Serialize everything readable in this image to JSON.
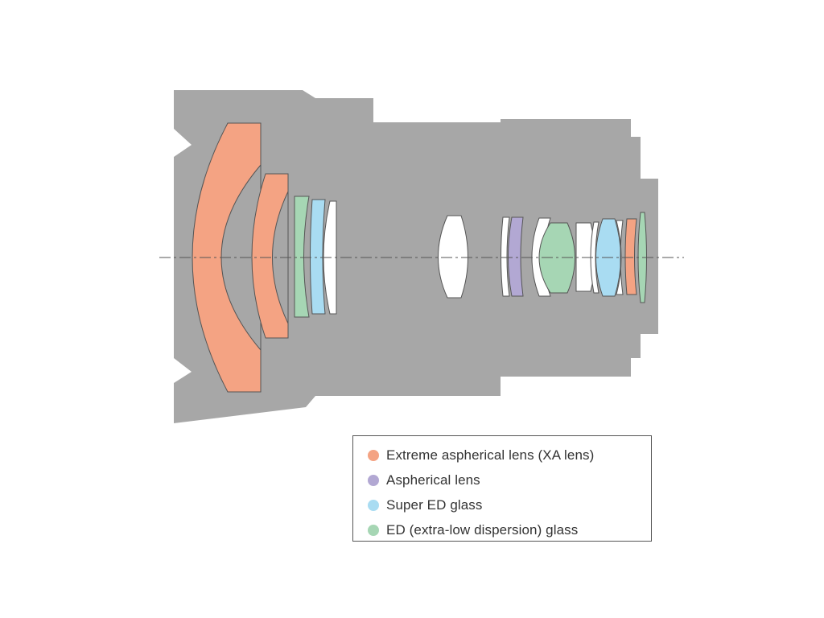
{
  "colors": {
    "barrel": "#a7a7a7",
    "xa_lens": "#f4a383",
    "aspherical": "#b2a8d3",
    "super_ed": "#a9dcf2",
    "ed": "#a6d6b4",
    "plain_glass": "#ffffff",
    "element_outline": "#555555",
    "optical_axis": "#555555"
  },
  "legend": {
    "items": [
      {
        "label": "Extreme aspherical lens (XA lens)",
        "color": "#f4a383",
        "icon": "orange-dot"
      },
      {
        "label": "Aspherical lens",
        "color": "#b2a8d3",
        "icon": "purple-dot"
      },
      {
        "label": "Super ED glass",
        "color": "#a9dcf2",
        "icon": "light-blue-dot"
      },
      {
        "label": "ED (extra-low dispersion) glass",
        "color": "#a6d6b4",
        "icon": "green-dot"
      }
    ]
  }
}
